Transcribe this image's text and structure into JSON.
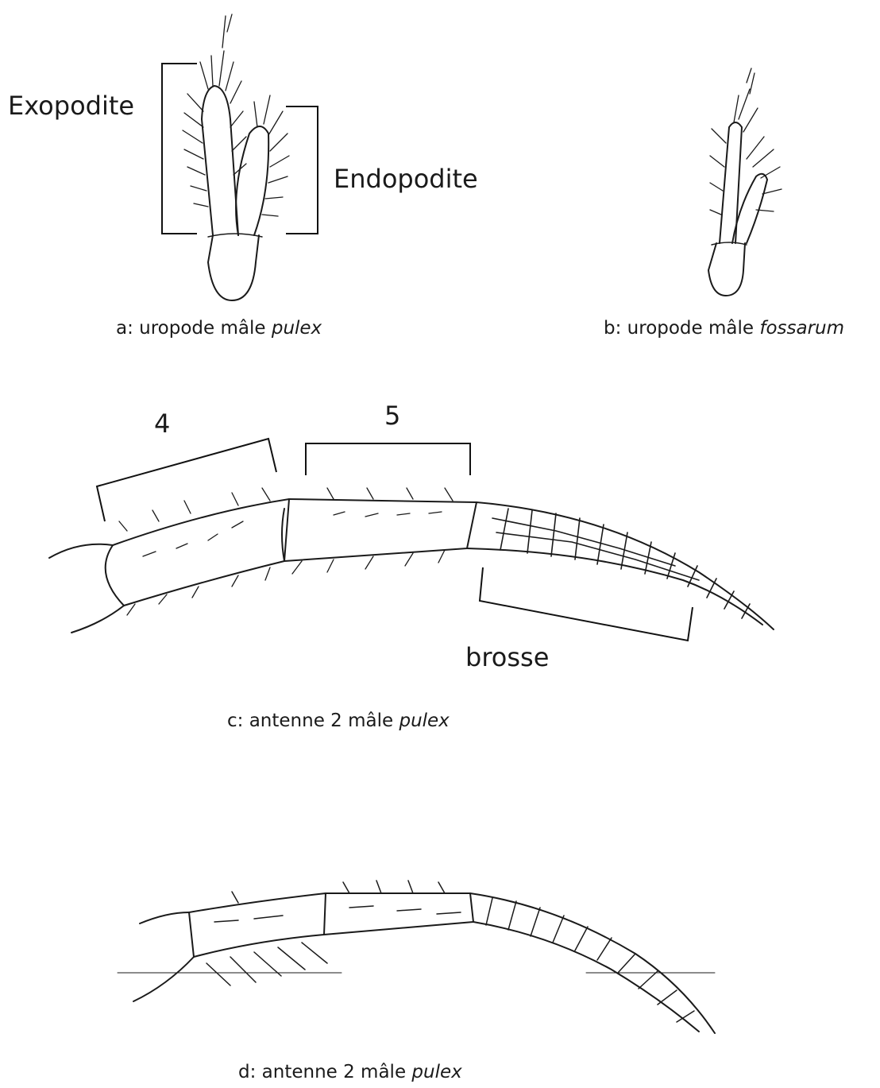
{
  "figures": {
    "a": {
      "caption_prefix": "a: uropode mâle ",
      "caption_species": "pulex",
      "labels": {
        "exopodite": "Exopodite",
        "endopodite": "Endopodite"
      }
    },
    "b": {
      "caption_prefix": "b: uropode mâle ",
      "caption_species": "fossarum"
    },
    "c": {
      "caption_prefix": "c: antenne 2 mâle ",
      "caption_species": "pulex",
      "labels": {
        "segment4": "4",
        "segment5": "5",
        "brosse": "brosse"
      }
    },
    "d": {
      "caption_prefix": "d: antenne 2 mâle ",
      "caption_species": "pulex"
    }
  }
}
